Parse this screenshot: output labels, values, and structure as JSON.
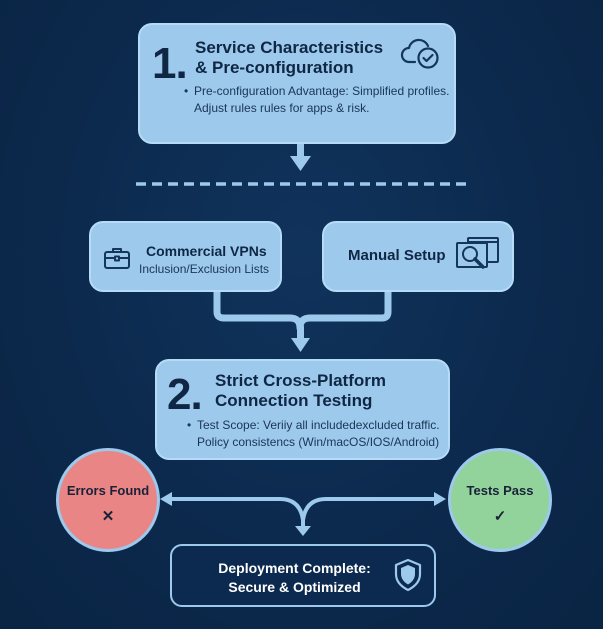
{
  "colors": {
    "background": "#0c2a4f",
    "box_fill": "#9cc9ec",
    "connector": "#9cc9ec",
    "error": "#e98585",
    "success": "#92d39c",
    "text_dark": "#0f2744",
    "text_light": "#ffffff"
  },
  "step1": {
    "number": "1.",
    "title_line1": "Service Characteristics",
    "title_line2": "& Pre-configuration",
    "body_line1": "Pre-configuration Advantage: Simplified profiles.",
    "body_line2": "Adjust rules rules for apps & risk.",
    "icon": "cloud-check-icon"
  },
  "options": [
    {
      "title": "Commercial VPNs",
      "subtitle": "Inclusion/Exclusion Lists",
      "icon": "briefcase-icon"
    },
    {
      "title": "Manual Setup",
      "subtitle": "",
      "icon": "monitor-search-icon"
    }
  ],
  "step2": {
    "number": "2.",
    "title_line1": "Strict Cross-Platform",
    "title_line2": "Connection Testing",
    "body_line1": "Test Scope: Veriiy all includedexcluded traffic.",
    "body_line2": "Policy consistencs (Win/macOS/IOS/Android)"
  },
  "outcomes": {
    "errors": {
      "label": "Errors Found",
      "mark": "✕",
      "icon": "x-icon"
    },
    "pass": {
      "label": "Tests Pass",
      "mark": "✓",
      "icon": "check-icon"
    }
  },
  "final": {
    "line1": "Deployment Complete:",
    "line2": "Secure & Optimized",
    "icon": "shield-icon"
  }
}
